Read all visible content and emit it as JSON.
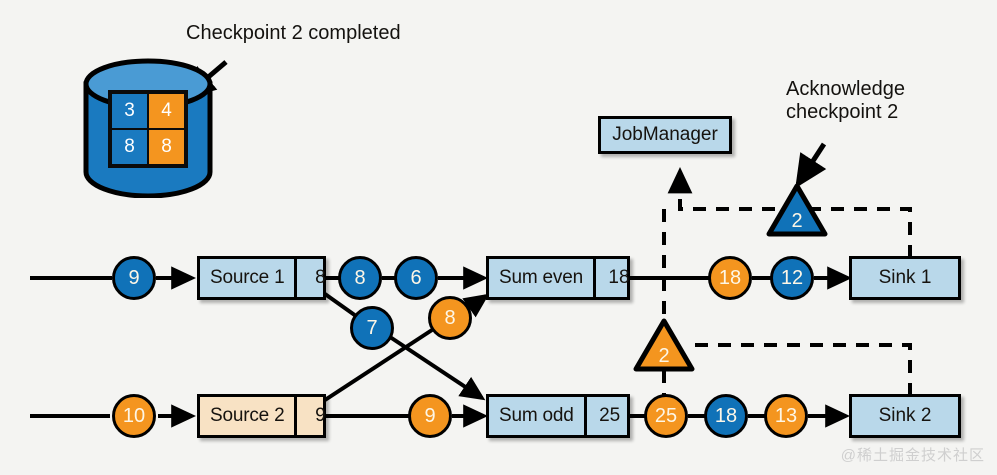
{
  "diagram": {
    "title_annotations": {
      "checkpoint_completed": "Checkpoint 2 completed",
      "acknowledge": "Acknowledge\ncheckpoint 2"
    },
    "storage": {
      "name": "checkpoint-storage-cylinder",
      "cells": [
        {
          "value": "3",
          "color": "blue"
        },
        {
          "value": "4",
          "color": "orange"
        },
        {
          "value": "8",
          "color": "blue"
        },
        {
          "value": "8",
          "color": "orange"
        }
      ]
    },
    "job_manager": {
      "label": "JobManager"
    },
    "operators": [
      {
        "id": "source1",
        "label": "Source 1",
        "value": "8",
        "style": "blue"
      },
      {
        "id": "source2",
        "label": "Source 2",
        "value": "9",
        "style": "tan"
      },
      {
        "id": "sum-even",
        "label": "Sum even",
        "value": "18",
        "style": "blue"
      },
      {
        "id": "sum-odd",
        "label": "Sum odd",
        "value": "25",
        "style": "blue"
      }
    ],
    "sinks": [
      {
        "id": "sink1",
        "label": "Sink 1"
      },
      {
        "id": "sink2",
        "label": "Sink 2"
      }
    ],
    "records": [
      {
        "id": "in1",
        "value": "9",
        "color": "blue"
      },
      {
        "id": "s1-out-a",
        "value": "8",
        "color": "blue"
      },
      {
        "id": "s1-out-b",
        "value": "6",
        "color": "blue"
      },
      {
        "id": "s1-out-c",
        "value": "7",
        "color": "blue"
      },
      {
        "id": "cross-up",
        "value": "8",
        "color": "orange"
      },
      {
        "id": "in2",
        "value": "10",
        "color": "orange"
      },
      {
        "id": "s2-out",
        "value": "9",
        "color": "orange"
      },
      {
        "id": "even-out-a",
        "value": "18",
        "color": "orange"
      },
      {
        "id": "even-out-b",
        "value": "12",
        "color": "blue"
      },
      {
        "id": "odd-out-a",
        "value": "25",
        "color": "orange"
      },
      {
        "id": "odd-out-b",
        "value": "18",
        "color": "blue"
      },
      {
        "id": "odd-out-c",
        "value": "13",
        "color": "orange"
      }
    ],
    "barriers": [
      {
        "id": "barrier-top",
        "value": "2",
        "color": "blue"
      },
      {
        "id": "barrier-bottom",
        "value": "2",
        "color": "orange"
      }
    ],
    "colors": {
      "blue_record": "#1072b8",
      "orange_record": "#f4951f",
      "box_blue": "#b9d8ea",
      "box_tan": "#f8e2c4",
      "cylinder_body": "#1a7ac0",
      "cylinder_top": "#4a9bd4",
      "stroke": "#000000",
      "background": "#f4f4f2"
    },
    "watermark": "@稀土掘金技术社区"
  }
}
